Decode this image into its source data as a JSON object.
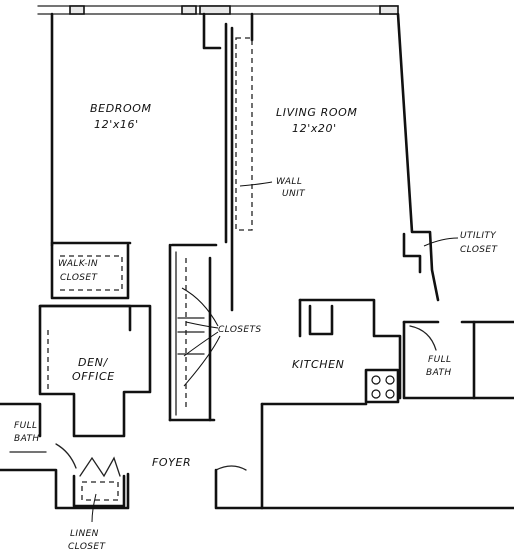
{
  "rooms": {
    "bedroom": {
      "name": "BEDROOM",
      "size": "12'x16'"
    },
    "living_room": {
      "name": "LIVING ROOM",
      "size": "12'x20'"
    },
    "walk_in_closet": {
      "line1": "WALK-IN",
      "line2": "CLOSET"
    },
    "den_office": {
      "line1": "DEN/",
      "line2": "OFFICE"
    },
    "kitchen": {
      "name": "KITCHEN"
    },
    "full_bath_right": {
      "line1": "FULL",
      "line2": "BATH"
    },
    "full_bath_left": {
      "line1": "FULL",
      "line2": "BATH"
    },
    "foyer": {
      "name": "FOYER"
    }
  },
  "callouts": {
    "wall_unit": {
      "line1": "WALL",
      "line2": "UNIT"
    },
    "utility_closet": {
      "line1": "UTILITY",
      "line2": "CLOSET"
    },
    "closets": {
      "label": "CLOSETS"
    },
    "linen_closet": {
      "line1": "LINEN",
      "line2": "CLOSET"
    }
  }
}
